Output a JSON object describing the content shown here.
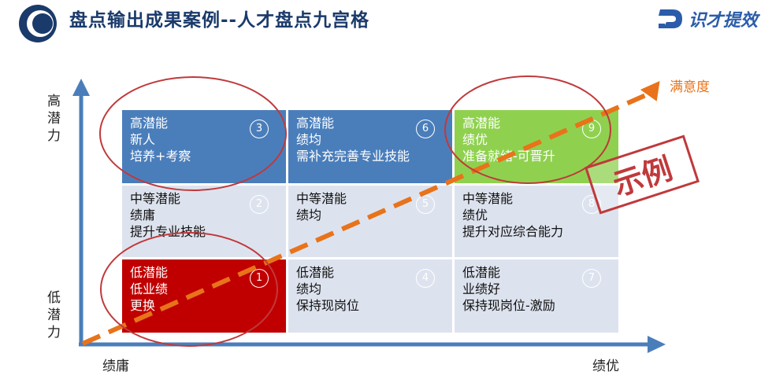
{
  "header": {
    "title": "盘点输出成果案例--人才盘点九宫格",
    "brand": "识才提效"
  },
  "axes": {
    "y_high": "高潜力",
    "y_low": "低潜力",
    "x_low": "绩庸",
    "x_high": "绩优"
  },
  "arrow_label": "满意度",
  "stamp": "示例",
  "cells": [
    {
      "num": "3",
      "lines": [
        "高潜能",
        "新人",
        "培养+考察"
      ],
      "color": "blue"
    },
    {
      "num": "6",
      "lines": [
        "高潜能",
        "绩均",
        "需补充完善专业技能"
      ],
      "color": "blue"
    },
    {
      "num": "9",
      "lines": [
        "高潜能",
        "绩优",
        "准备就绪-可晋升"
      ],
      "color": "green"
    },
    {
      "num": "2",
      "lines": [
        "中等潜能",
        "绩庸",
        "提升专业技能"
      ],
      "color": "grey"
    },
    {
      "num": "5",
      "lines": [
        "中等潜能",
        "绩均",
        ""
      ],
      "color": "grey"
    },
    {
      "num": "8",
      "lines": [
        "中等潜能",
        "绩优",
        "提升对应综合能力"
      ],
      "color": "grey"
    },
    {
      "num": "1",
      "lines": [
        "低潜能",
        "低业绩",
        "更换"
      ],
      "color": "red"
    },
    {
      "num": "4",
      "lines": [
        "低潜能",
        "绩均",
        "保持现岗位"
      ],
      "color": "grey"
    },
    {
      "num": "7",
      "lines": [
        "低潜能",
        "业绩好",
        "保持现岗位-激励"
      ],
      "color": "grey"
    }
  ],
  "colors": {
    "axis": "#4a7ebb",
    "arrow": "#e8731a",
    "highlight": "#c0393b",
    "blue_cell": "#4a7ebb",
    "green_cell": "#8fd14f",
    "red_cell": "#c00000",
    "grey_cell": "#dde3ee"
  }
}
